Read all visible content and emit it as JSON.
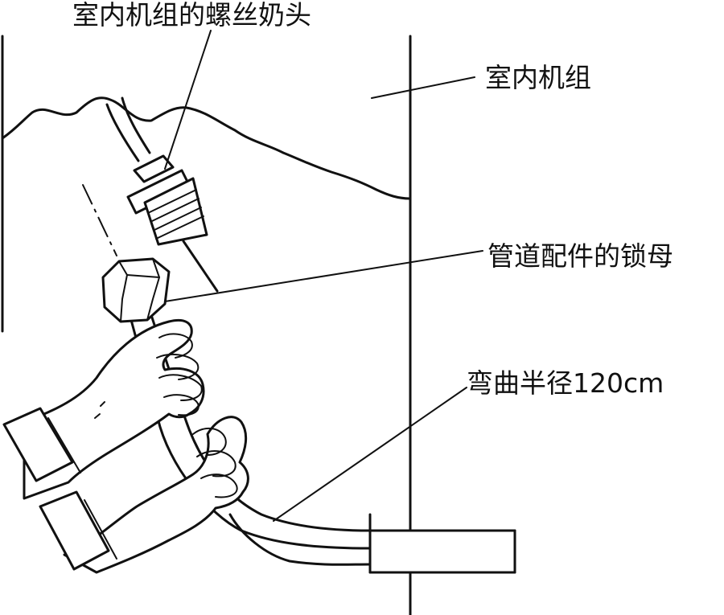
{
  "labels": {
    "nipple": "室内机组的螺丝奶头",
    "indoor_unit": "室内机组",
    "lock_nut": "管道配件的锁母",
    "bend_radius": "弯曲半径120cm"
  },
  "colors": {
    "line": "#111111",
    "background": "#ffffff"
  }
}
